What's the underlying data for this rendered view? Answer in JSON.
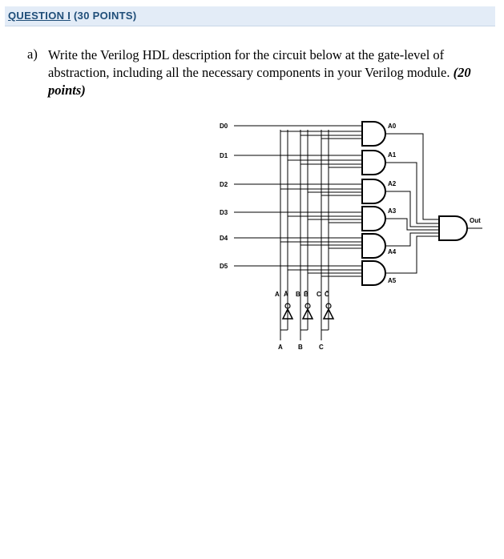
{
  "header": {
    "title_main": "QUESTION I",
    "title_points": "(30 POINTS)"
  },
  "question": {
    "label": "a)",
    "text": "Write the Verilog HDL description for the circuit below at the gate-level of abstraction, including all the necessary components in your Verilog module.",
    "points": "(20 points)"
  },
  "circuit": {
    "inputs": [
      "D0",
      "D1",
      "D2",
      "D3",
      "D4",
      "D5"
    ],
    "and_gates": [
      "A0",
      "A1",
      "A2",
      "A3",
      "A4",
      "A5"
    ],
    "output": "Out",
    "selects": [
      "A",
      "B",
      "C"
    ],
    "select_rails": [
      "A",
      "Ā",
      "B",
      "B̄",
      "C",
      "C̄"
    ],
    "colors": {
      "header_bg": "#e3ecf7",
      "header_text": "#1f4e79",
      "wire": "#000000"
    }
  }
}
